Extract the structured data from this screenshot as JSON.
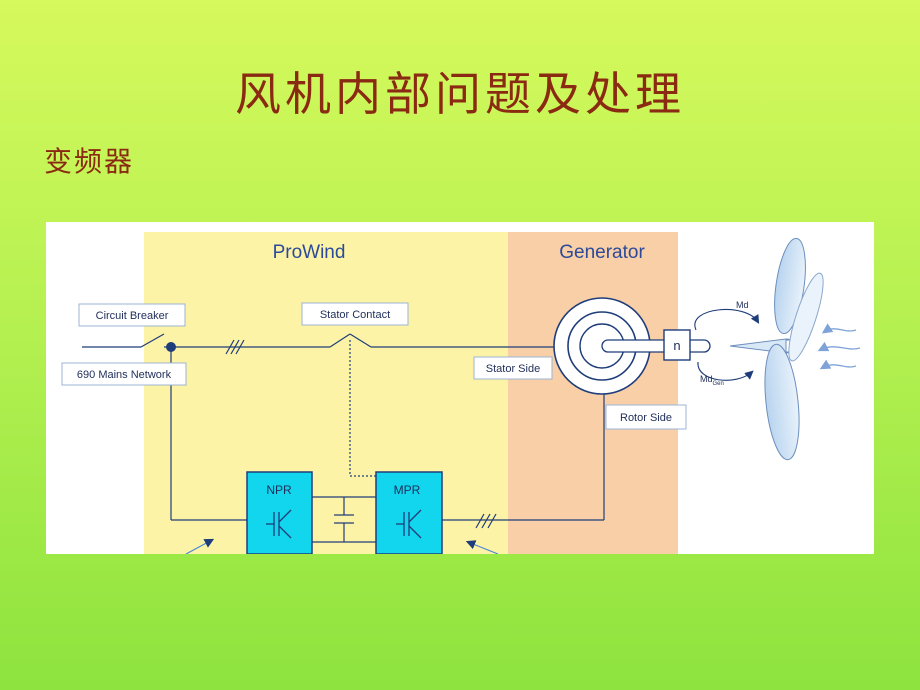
{
  "slide": {
    "title": "风机内部问题及处理",
    "subtitle": "变频器"
  },
  "diagram": {
    "region_prowind": "ProWind",
    "region_generator": "Generator",
    "circuit_breaker": "Circuit Breaker",
    "mains_network": "690 Mains Network",
    "stator_contact": "Stator Contact",
    "stator_side": "Stator Side",
    "rotor_side": "Rotor Side",
    "npr": "NPR",
    "mpr": "MPR",
    "speed_box": "n",
    "torque_md": "Md",
    "torque_md_gen": "Md",
    "torque_md_gen_sub": "Gen"
  },
  "colors": {
    "prowind_bg": "#fdf3a6",
    "generator_bg": "#f8cfa6",
    "converter_fill": "#12d6ee",
    "line": "#1f3d7a",
    "label_text": "#1f2d5a",
    "region_title": "#2b4a9a",
    "title_text": "#8a2a12"
  }
}
